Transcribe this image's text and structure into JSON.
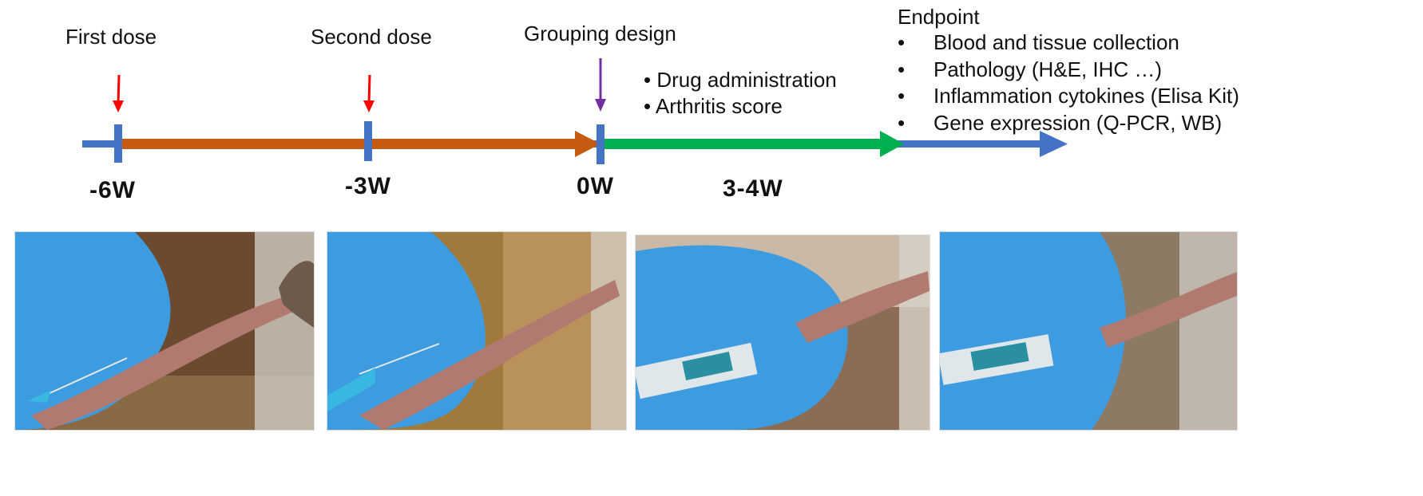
{
  "events": [
    {
      "id": "first-dose",
      "label": "First dose",
      "arrow_color": "#ff0000"
    },
    {
      "id": "second-dose",
      "label": "Second dose",
      "arrow_color": "#ff0000"
    },
    {
      "id": "grouping-design",
      "label": "Grouping design",
      "arrow_color": "#7030a0"
    }
  ],
  "weeks": [
    "-6W",
    "-3W",
    "0W",
    "3-4W"
  ],
  "treatment_phase": {
    "bullets": [
      "• Drug administration",
      "• Arthritis score"
    ]
  },
  "endpoint": {
    "title": "Endpoint",
    "items": [
      "Blood and tissue collection",
      "Pathology (H&E, IHC …)",
      "Inflammation cytokines (Elisa Kit)",
      "Gene expression (Q-PCR, WB)"
    ]
  },
  "colors": {
    "timeline_axis": "#4472c4",
    "induction_segment": "#c55a11",
    "treatment_segment": "#00b050",
    "dose_arrow": "#ff0000",
    "grouping_arrow": "#7030a0",
    "glove": "#3d9be0",
    "tail": "#b07a70"
  },
  "photos": [
    {
      "id": "photo-1",
      "icon": "tail-injection-needle"
    },
    {
      "id": "photo-2",
      "icon": "tail-injection-needle"
    },
    {
      "id": "photo-3",
      "icon": "tail-injection-syringe"
    },
    {
      "id": "photo-4",
      "icon": "tail-injection-syringe"
    }
  ]
}
